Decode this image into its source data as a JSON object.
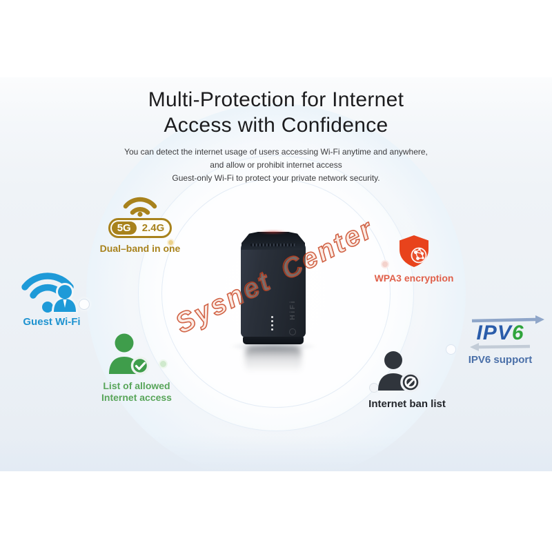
{
  "hero": {
    "title_line1": "Multi-Protection for Internet",
    "title_line2": "Access with Confidence",
    "subtitle_lines": [
      "You can detect the internet usage of users accessing Wi-Fi anytime and anywhere,",
      "and allow or prohibit internet access",
      "Guest-only Wi-Fi to protect your private network security."
    ]
  },
  "watermark": {
    "text": "Sysnet Center",
    "color": "#c53d1a"
  },
  "device": {
    "side_branding": "HiFi"
  },
  "features": {
    "dual_band": {
      "icon": "dual-band-wifi-icon",
      "badge_left": "5G",
      "badge_right": "2.4G",
      "label": "Dual–band in one",
      "color": "#a8821c"
    },
    "guest_wifi": {
      "icon": "wifi-user-icon",
      "label": "Guest Wi-Fi",
      "color": "#1f93d0"
    },
    "allowed_list": {
      "icon": "user-check-icon",
      "label_line1": "List of allowed",
      "label_line2": "Internet access",
      "color": "#58a55a"
    },
    "wpa3": {
      "icon": "shield-globe-icon",
      "label": "WPA3 encryption",
      "color": "#e0604a",
      "icon_color": "#e8431c"
    },
    "ipv6": {
      "icon": "ipv6-arrows-logo",
      "logo_text": "IPV",
      "logo_digit": "6",
      "label": "IPV6 support",
      "color": "#4a6fa8"
    },
    "ban_list": {
      "icon": "user-ban-icon",
      "label": "Internet ban list",
      "color": "#23262b"
    }
  }
}
